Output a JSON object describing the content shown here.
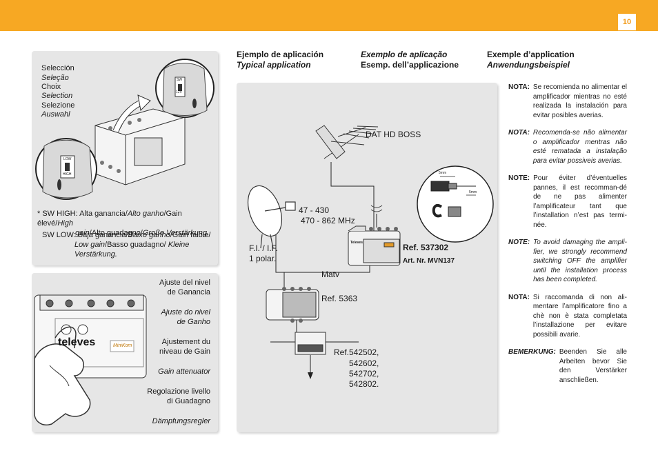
{
  "page": {
    "number": "10"
  },
  "switch_panel": {
    "lines": [
      "Selección",
      "Seleção",
      "Choix",
      "Selection",
      "Selezione",
      "Auswahl"
    ],
    "switch_top": {
      "a": "SW",
      "b": "12V"
    },
    "switch_bottom": {
      "a": "LOW",
      "b": "HIGH"
    },
    "sw_high_prefix": "* SW HIGH: ",
    "sw_high_1": "Alta ganancia/",
    "sw_high_2": "Alto ganho",
    "sw_high_3": "/Gain élevé/",
    "sw_high_4": "High",
    "sw_high_5": "gain",
    "sw_high_6": "/Alto guadagno/",
    "sw_high_7": "Große Verstärkung.",
    "sw_low_prefix": "SW LOW: ",
    "sw_low_1": "Baja ganancia/",
    "sw_low_2": "Baixo ganho",
    "sw_low_3": "/Gain faible/",
    "sw_low_4": "Low gain",
    "sw_low_5": "/Basso guadagno/ ",
    "sw_low_6": "Kleine",
    "sw_low_7": "Verstärkung."
  },
  "gain_panel": {
    "l1": "Ajuste del nivel",
    "l2": "de Ganancia",
    "l3": "Ajuste do nivel",
    "l4": "de Ganho",
    "l5": "Ajustement du",
    "l6": "niveau de Gain",
    "l7": "Gain attenuator",
    "l8": "Regolazione livello",
    "l9": "di Guadagno",
    "l10": "Dämpfungsregler",
    "brand": "televes",
    "product": "MiniKom"
  },
  "headings": {
    "es": "Ejemplo de aplicación",
    "en": "Typical application",
    "pt": "Exemplo de aplicação",
    "it": "Esemp. dell’applicazione",
    "fr": "Exemple d’application",
    "de": "Anwendungsbeispiel"
  },
  "diagram": {
    "dat": "DAT HD BOSS",
    "freq1": "47 - 430",
    "freq2": "470 - 862 MHz",
    "fi1": "F.I. / I.F.",
    "fi2": "1 polar.",
    "ref537": "Ref. 537302",
    "artnr": "Art. Nr. MVN137",
    "matv": "Matv",
    "ref5363": "Ref. 5363",
    "refs_prefix": "Ref.",
    "refs": [
      "542502,",
      "542602,",
      "542702,",
      "542802."
    ],
    "dim1": "5mm",
    "dim2": "5mm",
    "amp_brand": "Televes"
  },
  "notes": [
    {
      "label": "NOTA:",
      "text": "Se recomienda no alimentar el amplificador mientras no esté realizada la instalación para evitar posibles averias.",
      "italic": false
    },
    {
      "label": "NOTA:",
      "text": "Recomenda-se não alimentar o amplificador mentras não esté rematada a instalação para evitar possiveis averias.",
      "italic": true
    },
    {
      "label": "NOTE:",
      "text": "Pour éviter d’éventuelles pannes, il est recomman-dé de ne pas alimenter l’amplificateur tant que l’installation n’est pas termi-née.",
      "italic": false
    },
    {
      "label": "NOTE:",
      "text": "To avoid damaging the ampli-fier, we strongly recommend switching OFF the amplifier until the installation process has been completed.",
      "italic": true
    },
    {
      "label": "NOTA:",
      "text": "Si raccomanda di non ali-mentare l’amplificatore fino a chè non è stata completata l’installazione per evitare possibili avarie.",
      "italic": false
    },
    {
      "label": "BEMERKUNG:",
      "text": "Beenden Sie alle Arbeiten bevor Sie den Verstärker anschließen.",
      "italic": false
    }
  ]
}
